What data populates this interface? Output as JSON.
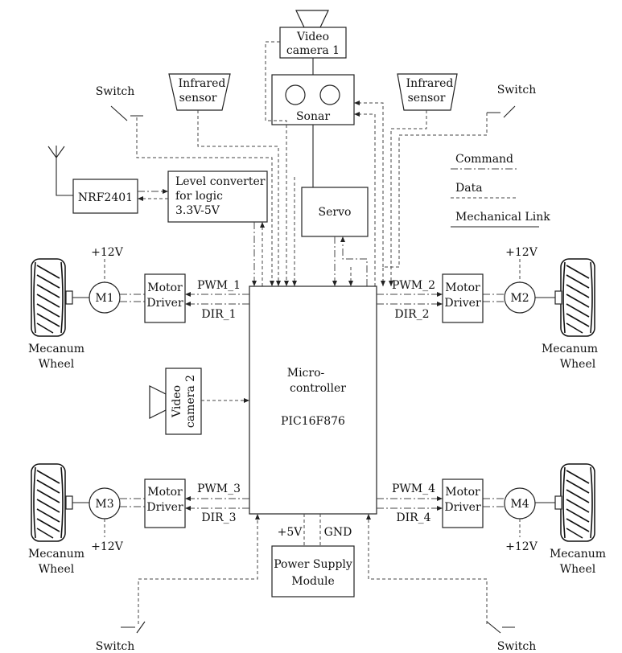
{
  "video_camera_1": [
    "Video",
    "camera 1"
  ],
  "video_camera_2": [
    "Video",
    "camera 2"
  ],
  "sonar": "Sonar",
  "servo": "Servo",
  "infrared_left": [
    "Infrared",
    "sensor"
  ],
  "infrared_right": [
    "Infrared",
    "sensor"
  ],
  "switch_label": "Switch",
  "nrf": "NRF2401",
  "level_converter": [
    "Level converter",
    "for logic",
    "3.3V-5V"
  ],
  "legend": {
    "command": "Command",
    "data": "Data",
    "mechanical": "Mechanical Link"
  },
  "motor_driver": [
    "Motor",
    "Driver"
  ],
  "mcu": [
    "Micro-",
    "controller",
    "PIC16F876"
  ],
  "power_supply": [
    "Power Supply",
    "Module"
  ],
  "wheel_label": [
    "Mecanum",
    "Wheel"
  ],
  "motors": [
    "M1",
    "M2",
    "M3",
    "M4"
  ],
  "supply_voltage": "+12V",
  "pwm": [
    "PWM_1",
    "PWM_2",
    "PWM_3",
    "PWM_4"
  ],
  "dir": [
    "DIR_1",
    "DIR_2",
    "DIR_3",
    "DIR_4"
  ],
  "plus5v": "+5V",
  "gnd": "GND"
}
